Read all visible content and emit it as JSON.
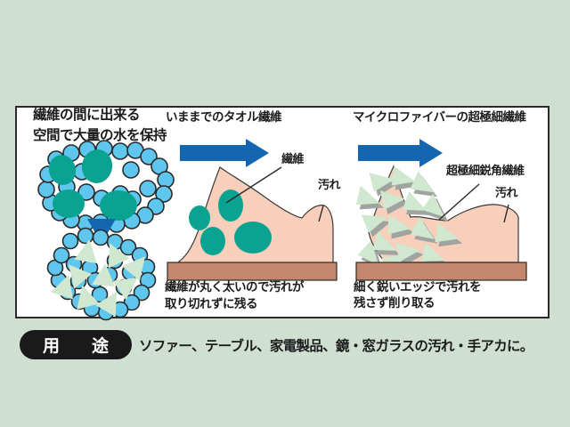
{
  "colors": {
    "bg": "#cfdfd2",
    "panel": "#ffffff",
    "border": "#2b2b2b",
    "arrow_blue": "#1467af",
    "fiber_teal": "#0aa392",
    "water_blue": "#5fc6ee",
    "dirt_pink": "#f7cfba",
    "surface_brown": "#c2876c",
    "microfiber_green": "#cfe8cf",
    "shadow_gray": "#a0a4a0",
    "badge_black": "#1a1a1a"
  },
  "panels": {
    "water": {
      "title_line1": "繊維の間に出来る",
      "title_line2": "空間で大量の水を保持"
    },
    "conventional": {
      "title": "いままでのタオル繊維",
      "label_fiber": "繊維",
      "label_dirt": "汚れ",
      "caption_line1": "繊維が丸く太いので汚れが",
      "caption_line2": "取り切れずに残る"
    },
    "microfiber": {
      "title": "マイクロファイバーの超極細繊維",
      "label_fiber": "超極細鋭角繊維",
      "label_dirt": "汚れ",
      "caption_line1": "細く鋭いエッジで汚れを",
      "caption_line2": "残さず削り取る"
    }
  },
  "usage": {
    "badge_label": "用　途",
    "text": "ソファー、テーブル、家電製品、鏡・窓ガラスの汚れ・手アカに。"
  }
}
